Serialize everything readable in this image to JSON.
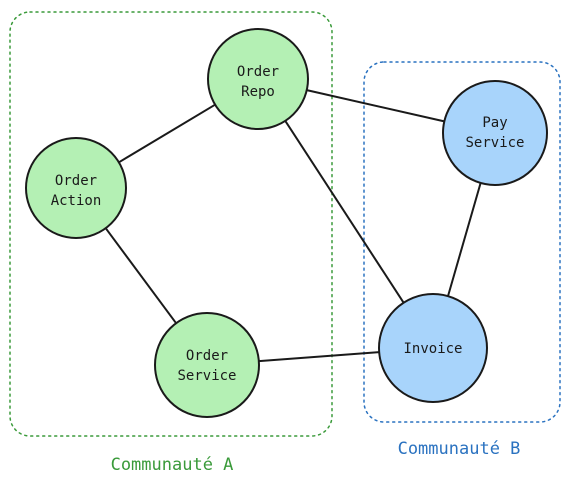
{
  "colors": {
    "community_a": "#3a9a3a",
    "community_b": "#2a72c0",
    "node_green_fill": "#b4f0b4",
    "node_blue_fill": "#a8d4fb",
    "node_stroke": "#1a1a1a",
    "edge": "#1a1a1a"
  },
  "groups": [
    {
      "id": "A",
      "label": "Communauté A"
    },
    {
      "id": "B",
      "label": "Communauté B"
    }
  ],
  "nodes": [
    {
      "id": "order-repo",
      "lines": [
        "Order",
        "Repo"
      ],
      "group": "A"
    },
    {
      "id": "order-action",
      "lines": [
        "Order",
        "Action"
      ],
      "group": "A"
    },
    {
      "id": "order-service",
      "lines": [
        "Order",
        "Service"
      ],
      "group": "A"
    },
    {
      "id": "pay-service",
      "lines": [
        "Pay",
        "Service"
      ],
      "group": "B"
    },
    {
      "id": "invoice",
      "lines": [
        "Invoice"
      ],
      "group": "B"
    }
  ],
  "edges": [
    {
      "from": "order-repo",
      "to": "order-action"
    },
    {
      "from": "order-repo",
      "to": "pay-service"
    },
    {
      "from": "order-repo",
      "to": "invoice"
    },
    {
      "from": "order-action",
      "to": "order-service"
    },
    {
      "from": "order-service",
      "to": "invoice"
    },
    {
      "from": "pay-service",
      "to": "invoice"
    }
  ]
}
